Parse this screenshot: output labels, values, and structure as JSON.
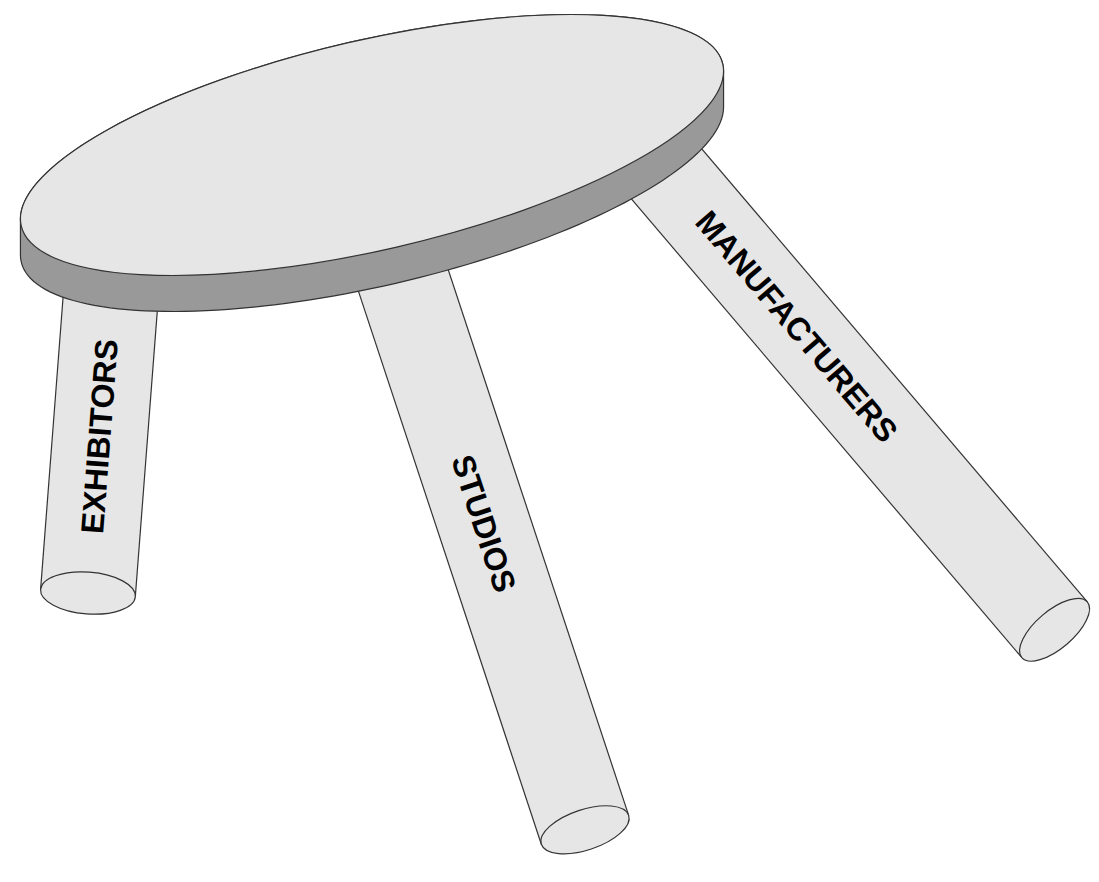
{
  "diagram": {
    "nodes": [
      {
        "text": [
          "EXHIBITORS"
        ]
      },
      {
        "text": [
          "STUDIOS"
        ]
      },
      {
        "text": [
          "MANUFACTURERS"
        ]
      }
    ]
  }
}
